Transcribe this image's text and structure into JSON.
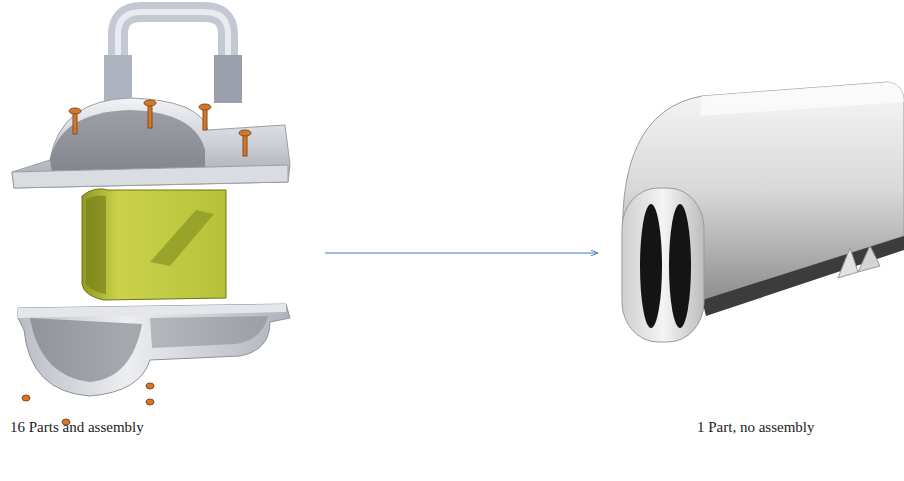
{
  "diagram": {
    "nodes": [
      {
        "text": [
          "16 Parts and assembly"
        ]
      },
      {
        "text": [
          "1 Part, no assembly"
        ]
      }
    ],
    "edges": [
      {
        "from": 0,
        "to": 1,
        "arrow": "to"
      }
    ]
  }
}
